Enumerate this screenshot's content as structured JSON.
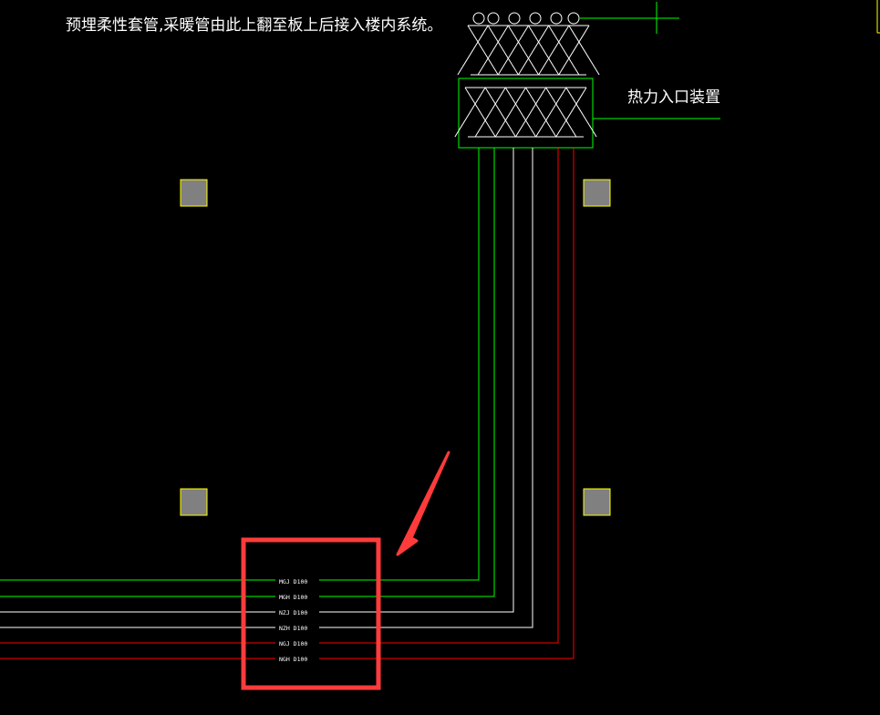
{
  "annotation": {
    "note": "预埋柔性套管,采暖管由此上翻至板上后接入楼内系统。"
  },
  "device": {
    "label": "热力入口装置"
  },
  "colors": {
    "background": "#000000",
    "green": "#00ff00",
    "white": "#ffffff",
    "red": "#ff0000",
    "highlight": "#ff3b3b",
    "column_fill": "#808080",
    "column_border": "#ffff00"
  },
  "pipes": [
    {
      "label": "MGJ D100",
      "color": "green"
    },
    {
      "label": "MGH D100",
      "color": "green"
    },
    {
      "label": "NZJ D100",
      "color": "white"
    },
    {
      "label": "NZH D100",
      "color": "white"
    },
    {
      "label": "NGJ D100",
      "color": "red"
    },
    {
      "label": "NGH D100",
      "color": "red"
    }
  ],
  "highlight": {
    "shape": "rectangle-with-arrow"
  }
}
